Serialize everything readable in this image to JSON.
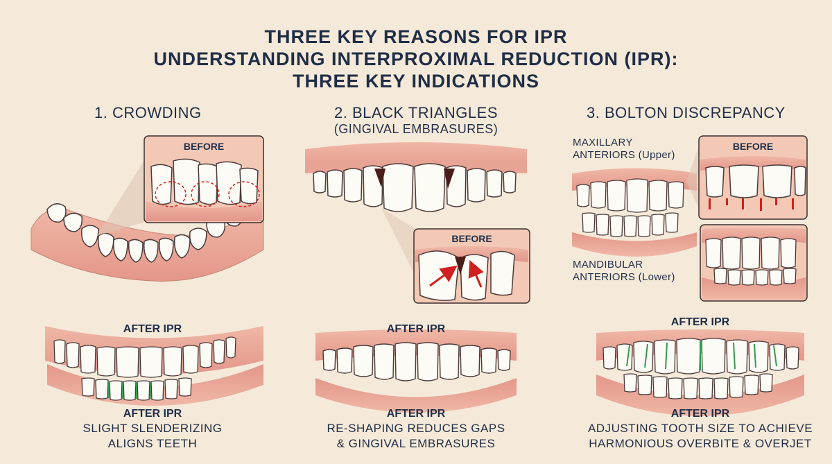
{
  "header": {
    "title_line1": "THREE KEY REASONS FOR IPR",
    "title_line2": "UNDERSTANDING INTERPROXIMAL REDUCTION (IPR):",
    "title_line3": "THREE KEY INDICATIONS"
  },
  "columns": [
    {
      "heading": "1. CROWDING",
      "before_label": "BEFORE",
      "after_label": "AFTER IPR",
      "caption_title": "AFTER IPR",
      "caption_line1": "SLIGHT SLENDERIZING",
      "caption_line2": "ALIGNS TEETH"
    },
    {
      "heading": "2. BLACK TRIANGLES",
      "subheading": "(GINGIVAL EMBRASURES)",
      "before_label": "BEFORE",
      "after_label": "AFTER IPR",
      "caption_title": "AFTER IPR",
      "caption_line1": "RE-SHAPING REDUCES GAPS",
      "caption_line2": "& GINGIVAL EMBRASURES"
    },
    {
      "heading": "3. BOLTON DISCREPANCY",
      "upper_label_line1": "MAXILLARY",
      "upper_label_line2": "ANTERIORS (Upper)",
      "lower_label_line1": "MANDIBULAR",
      "lower_label_line2": "ANTERIORS (Lower)",
      "before_label": "BEFORE",
      "after_label": "AFTER IPR",
      "caption_title": "AFTER IPR",
      "caption_line1": "ADJUSTING TOOTH SIZE TO ACHIEVE",
      "caption_line2": "HARMONIOUS OVERBITE & OVERJET"
    }
  ],
  "colors": {
    "background": "#f5ead9",
    "gum": "#e8a898",
    "tooth": "#fdfbf5",
    "outline": "#4a3a3a",
    "marker_red": "#d11f1f",
    "marker_green": "#2e9d4b",
    "text": "#1f2d47"
  }
}
